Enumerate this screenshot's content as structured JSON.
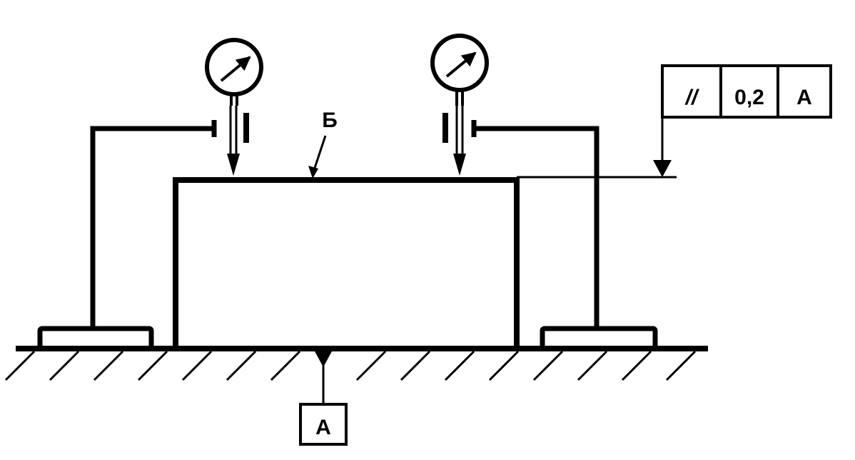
{
  "labels": {
    "surface": "Б",
    "datum_box": "A"
  },
  "tolerance_frame": {
    "symbol": "//",
    "value": "0,2",
    "datum": "A"
  },
  "colors": {
    "ink": "#000000",
    "background": "#ffffff"
  }
}
